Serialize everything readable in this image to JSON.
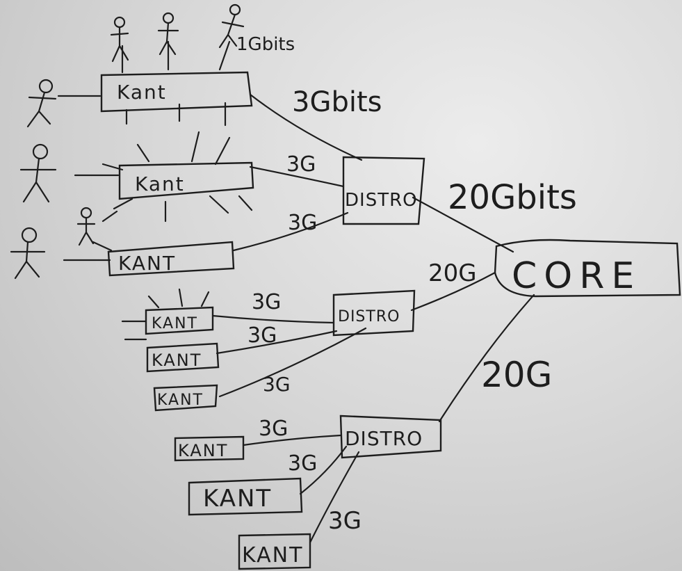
{
  "diagram": {
    "core": {
      "label": "CORE"
    },
    "distros": [
      {
        "label": "DISTRO"
      },
      {
        "label": "DISTRO"
      },
      {
        "label": "DISTRO"
      }
    ],
    "kants": [
      {
        "label": "Kant"
      },
      {
        "label": "Kant"
      },
      {
        "label": "KANT"
      },
      {
        "label": "KANT"
      },
      {
        "label": "KANT"
      },
      {
        "label": "KANT"
      },
      {
        "label": "KANT"
      },
      {
        "label": "KANT"
      },
      {
        "label": "KANT"
      }
    ],
    "link_labels": {
      "user_link": "1Gbits",
      "kant1_distro1": "3Gbits",
      "kant2_distro1": "3G",
      "kant3_distro1": "3G",
      "distro1_core": "20Gbits",
      "distro2_core": "20G",
      "kant4_distro2": "3G",
      "kant5_distro2": "3G",
      "kant6_distro2": "3G",
      "distro3_core": "20G",
      "kant7_distro3": "3G",
      "kant8_distro3": "3G",
      "kant9_distro3": "3G"
    }
  }
}
